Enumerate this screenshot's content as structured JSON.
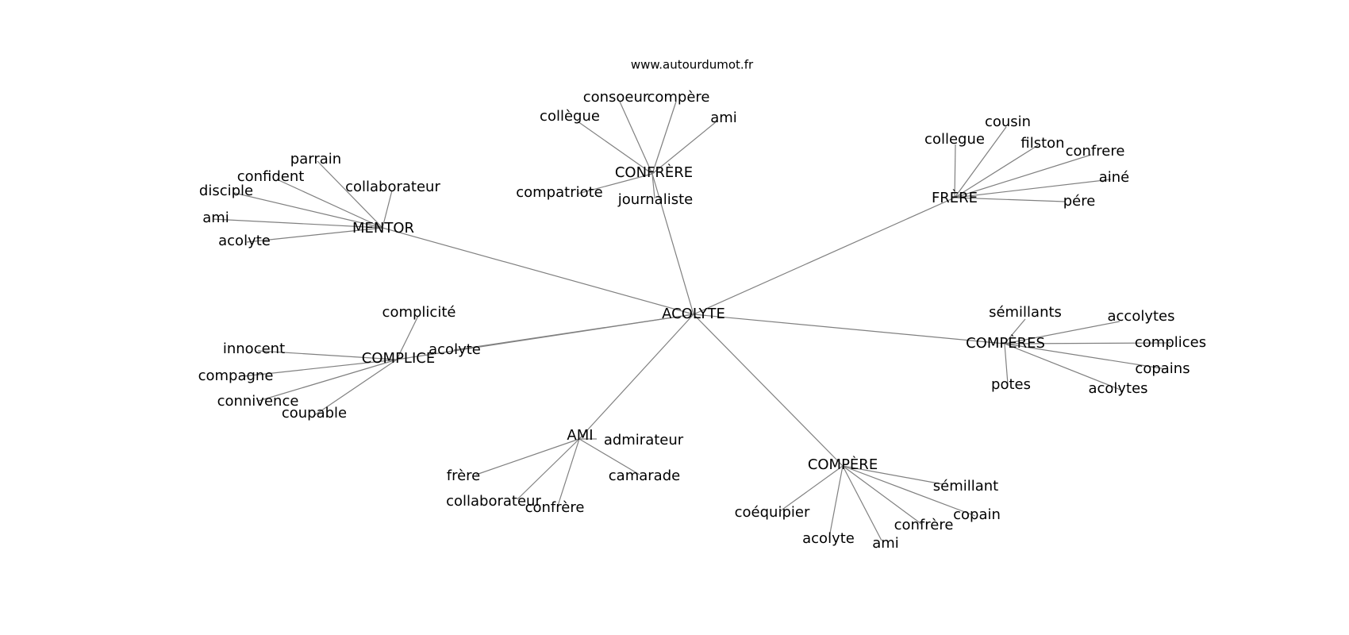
{
  "watermark": "www.autourdumot.fr",
  "colors": {
    "edge": "#808080",
    "text": "#000000",
    "background": "#ffffff"
  },
  "graph": {
    "root": "ACOLYTE",
    "hubs": [
      {
        "id": "mentor",
        "label": "MENTOR",
        "leaves": [
          "parrain",
          "confident",
          "disciple",
          "collaborateur",
          "ami",
          "acolyte"
        ]
      },
      {
        "id": "confrere",
        "label": "CONFRÈRE",
        "leaves": [
          "consoeur",
          "compère",
          "collègue",
          "ami",
          "compatriote",
          "journaliste"
        ]
      },
      {
        "id": "frere",
        "label": "FRÈRE",
        "leaves": [
          "cousin",
          "collegue",
          "filston",
          "confrere",
          "ainé",
          "pére"
        ]
      },
      {
        "id": "compeVres",
        "label": "COMPÈRES",
        "leaves": [
          "sémillants",
          "accolytes",
          "complices",
          "copains",
          "acolytes",
          "potes"
        ]
      },
      {
        "id": "complice",
        "label": "COMPLICE",
        "leaves": [
          "complicité",
          "innocent",
          "compagne",
          "connivence",
          "coupable"
        ]
      },
      {
        "id": "ami",
        "label": "AMI",
        "leaves": [
          "admirateur",
          "frère",
          "camarade",
          "collaborateur",
          "confrère"
        ]
      },
      {
        "id": "compere",
        "label": "COMPÈRE",
        "leaves": [
          "sémillant",
          "copain",
          "coéquipier",
          "confrère",
          "acolyte",
          "ami"
        ]
      }
    ],
    "root_leaves": [
      "acolyte"
    ]
  }
}
